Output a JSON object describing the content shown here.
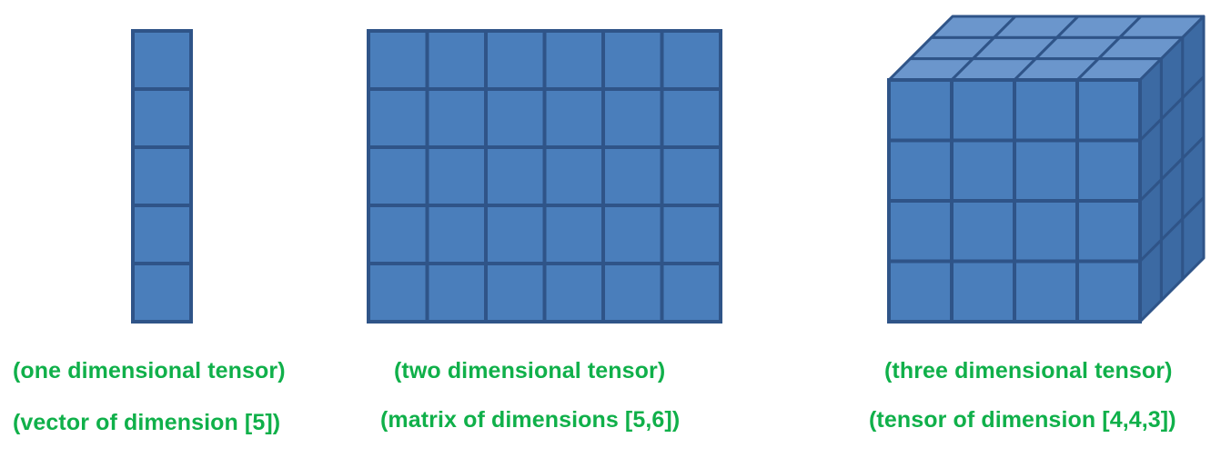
{
  "diagram": {
    "colors": {
      "front_fill": "#4a7ebb",
      "top_fill": "#6b96cc",
      "side_fill": "#3c6aa3",
      "stroke": "#2f5488",
      "caption": "#10b04a"
    },
    "vector": {
      "dimensions": [
        5
      ],
      "caption_line1": "(one dimensional tensor)",
      "caption_line2": "(vector of dimension [5])"
    },
    "matrix": {
      "dimensions": [
        5,
        6
      ],
      "caption_line1": "(two dimensional tensor)",
      "caption_line2": "(matrix of dimensions [5,6])"
    },
    "tensor": {
      "dimensions": [
        4,
        4,
        3
      ],
      "caption_line1": "(three dimensional tensor)",
      "caption_line2": "(tensor  of dimension [4,4,3])"
    }
  }
}
